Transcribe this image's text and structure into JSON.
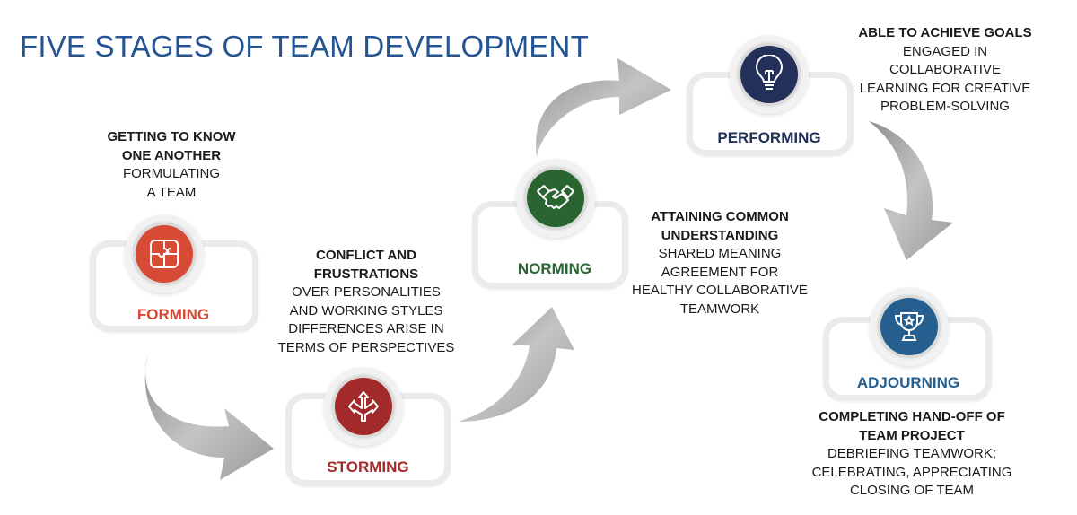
{
  "title": "FIVE STAGES OF TEAM DEVELOPMENT",
  "colors": {
    "title": "#245493",
    "forming": "#d64a36",
    "storming": "#a32a2a",
    "norming": "#2a6431",
    "performing": "#22305a",
    "adjourning": "#245f8f"
  },
  "stages": [
    {
      "label": "FORMING",
      "icon": "puzzle-icon",
      "heading": [
        "GETTING TO KNOW",
        "ONE ANOTHER"
      ],
      "lines": [
        "FORMULATING",
        "A TEAM"
      ]
    },
    {
      "label": "STORMING",
      "icon": "split-arrows-icon",
      "heading": [
        "CONFLICT AND",
        "FRUSTRATIONS"
      ],
      "lines": [
        "OVER PERSONALITIES",
        "AND WORKING STYLES",
        "DIFFERENCES ARISE IN",
        "TERMS OF PERSPECTIVES"
      ]
    },
    {
      "label": "NORMING",
      "icon": "handshake-icon",
      "heading": [
        "ATTAINING COMMON",
        "UNDERSTANDING"
      ],
      "lines": [
        "SHARED MEANING",
        "AGREEMENT FOR",
        "HEALTHY COLLABORATIVE",
        "TEAMWORK"
      ]
    },
    {
      "label": "PERFORMING",
      "icon": "lightbulb-icon",
      "heading": [
        "ABLE TO ACHIEVE GOALS"
      ],
      "lines": [
        "ENGAGED IN",
        "COLLABORATIVE",
        "LEARNING FOR CREATIVE",
        "PROBLEM-SOLVING"
      ]
    },
    {
      "label": "ADJOURNING",
      "icon": "trophy-icon",
      "heading": [
        "COMPLETING HAND-OFF OF",
        "TEAM PROJECT"
      ],
      "lines": [
        "DEBRIEFING TEAMWORK;",
        "CELEBRATING, APPRECIATING",
        "CLOSING OF TEAM"
      ]
    }
  ]
}
